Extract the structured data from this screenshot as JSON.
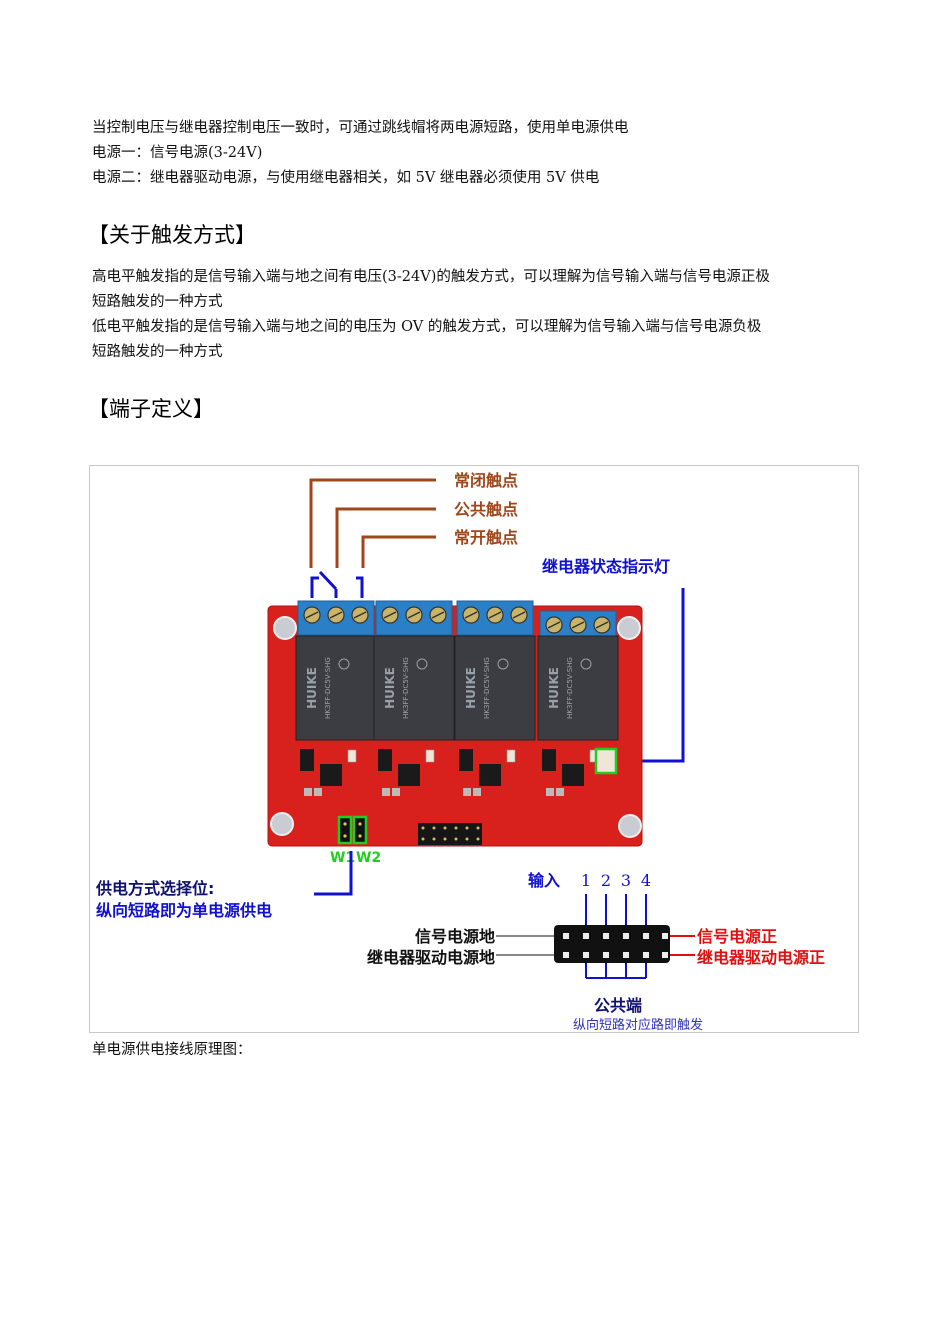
{
  "document": {
    "intro_lines": [
      "当控制电压与继电器控制电压一致时，可通过跳线帽将两电源短路，使用单电源供电",
      "电源一：信号电源(3-24V)",
      "电源二：继电器驱动电源，与使用继电器相关，如 5V 继电器必须使用 5V 供电"
    ],
    "section_trigger": {
      "heading": "【关于触发方式】",
      "lines": [
        "高电平触发指的是信号输入端与地之间有电压(3-24V)的触发方式，可以理解为信号输入端与信号电源正极",
        "短路触发的一种方式",
        "低电平触发指的是信号输入端与地之间的电压为 OV 的触发方式，可以理解为信号输入端与信号电源负极",
        "短路触发的一种方式"
      ]
    },
    "section_terminal": {
      "heading": "【端子定义】"
    },
    "figure": {
      "contact_labels": {
        "nc": "常闭触点",
        "com": "公共触点",
        "no": "常开触点"
      },
      "status_led_label": "继电器状态指示灯",
      "relay_brand": "HUIKE",
      "relay_model": "HK3FF-DC5V-SHG",
      "jumper_labels": {
        "w1": "W1",
        "w2": "W2"
      },
      "supply_select": {
        "line1": "供电方式选择位:",
        "line2": "纵向短路即为单电源供电"
      },
      "input_label": "输入",
      "input_numbers": [
        "1",
        "2",
        "3",
        "4"
      ],
      "left_labels": {
        "signal_gnd": "信号电源地",
        "relay_gnd": "继电器驱动电源地"
      },
      "right_labels": {
        "signal_pos": "信号电源正",
        "relay_pos": "继电器驱动电源正"
      },
      "common": {
        "title": "公共端",
        "subtitle": "纵向短路对应路即触发"
      },
      "colors": {
        "brown": "#a0461b",
        "blue": "#1010d0",
        "green": "#22cc22",
        "red": "#e01010",
        "pcb": "#d8201c",
        "terminal": "#2a7fc6",
        "relay": "#3b3d42"
      }
    },
    "caption": "单电源供电接线原理图："
  }
}
